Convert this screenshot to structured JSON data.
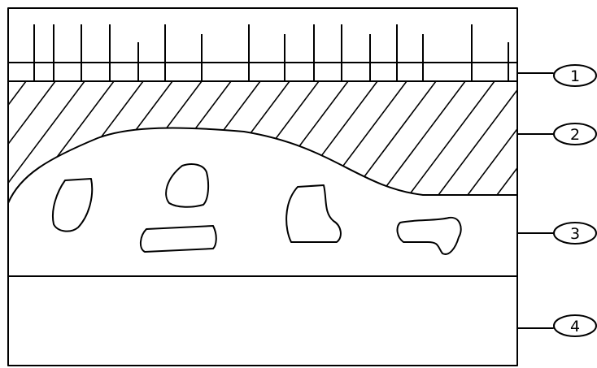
{
  "diagram": {
    "layers": [
      {
        "id": "layer-1",
        "label": "1",
        "pattern": "vertical-lines"
      },
      {
        "id": "layer-2",
        "label": "2",
        "pattern": "diagonal-hatch"
      },
      {
        "id": "layer-3",
        "label": "3",
        "pattern": "rock-fragments"
      },
      {
        "id": "layer-4",
        "label": "4",
        "pattern": "blank"
      }
    ],
    "colors": {
      "line": "#000000",
      "background": "#ffffff"
    }
  }
}
